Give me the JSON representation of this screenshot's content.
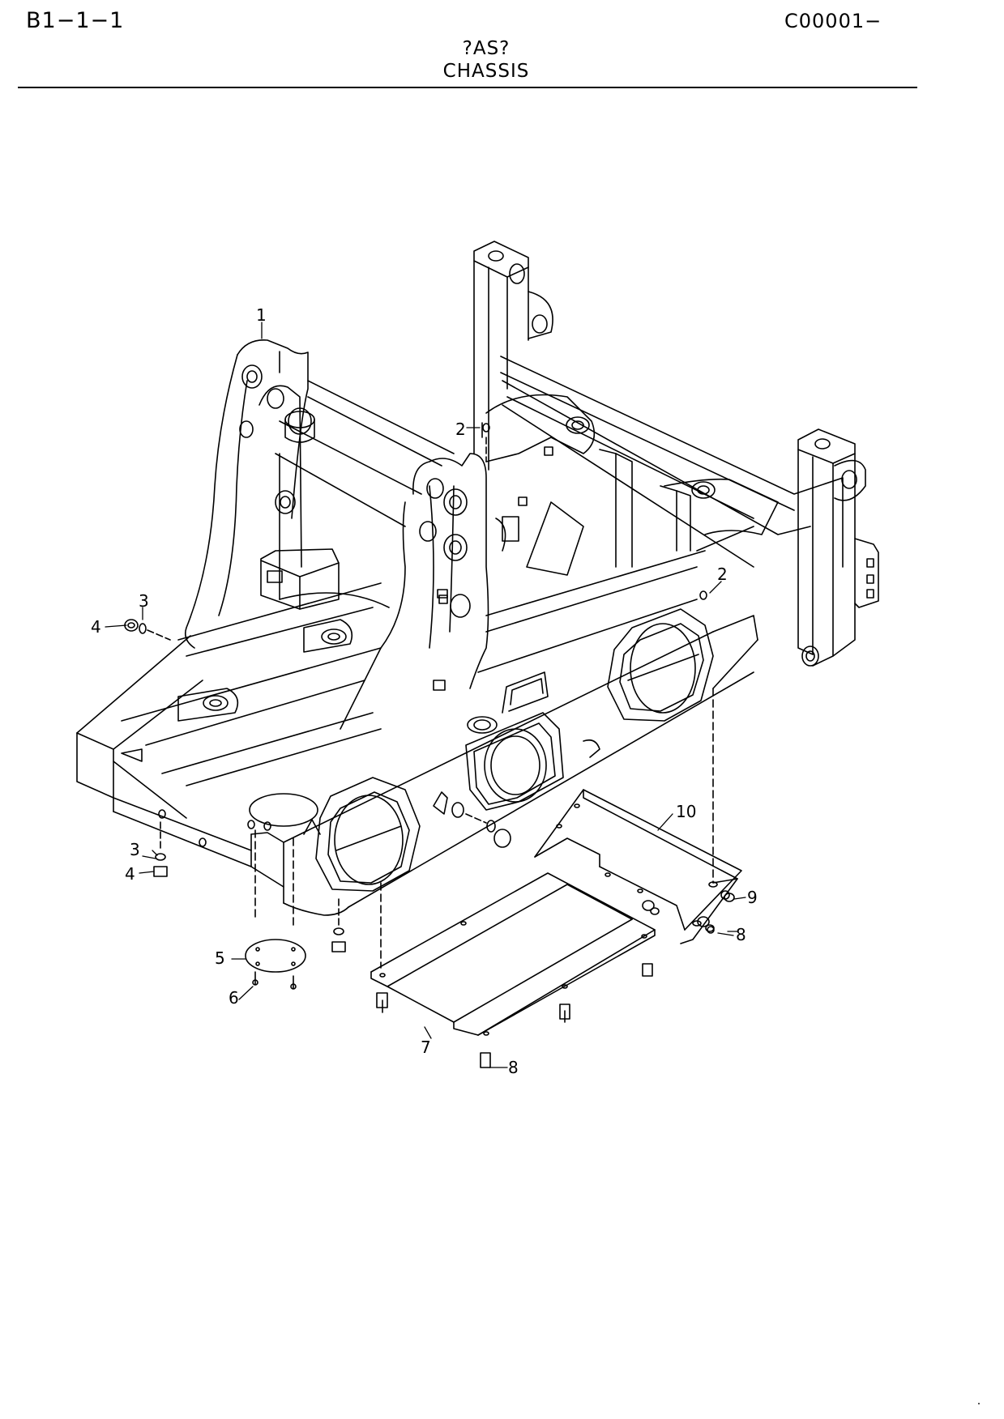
{
  "header": {
    "section_code": "B1−1−1",
    "drawing_code": "C00001−",
    "title_local": "?AS?",
    "title": "CHASSIS"
  },
  "callouts": {
    "c1": "1",
    "c2a": "2",
    "c2b": "2",
    "c3a": "3",
    "c3b": "3",
    "c4a": "4",
    "c4b": "4",
    "c5": "5",
    "c6": "6",
    "c7": "7",
    "c8a": "8",
    "c8b": "8",
    "c9": "9",
    "c10": "10"
  }
}
